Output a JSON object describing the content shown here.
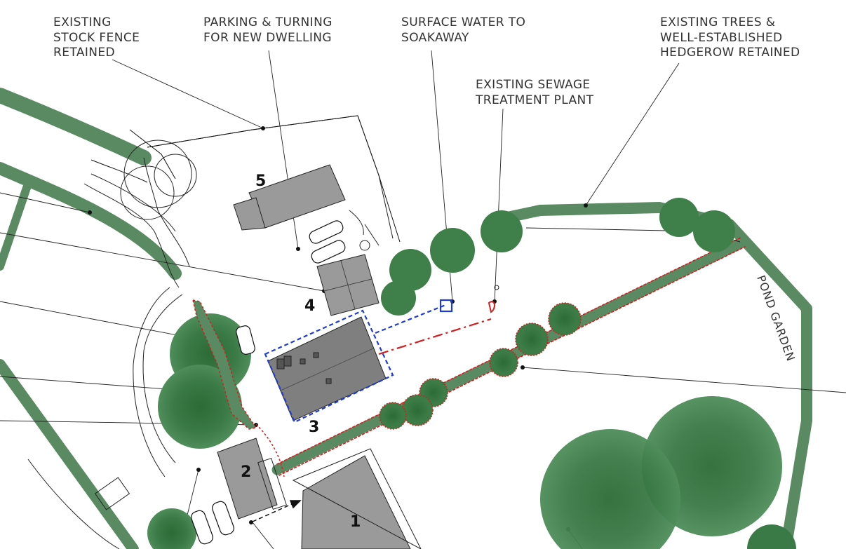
{
  "annotations": {
    "stock_fence": [
      "EXISTING",
      "STOCK FENCE",
      "RETAINED"
    ],
    "parking": [
      "PARKING & TURNING",
      "FOR NEW DWELLING"
    ],
    "surface_water": [
      "SURFACE WATER TO",
      "SOAKAWAY"
    ],
    "sewage": [
      "EXISTING SEWAGE",
      "TREATMENT PLANT"
    ],
    "trees": [
      "EXISTING TREES &",
      "WELL-ESTABLISHED",
      "HEDGEROW RETAINED"
    ],
    "pond_garden": "POND GARDEN"
  },
  "building_numbers": {
    "b1": "1",
    "b2": "2",
    "b3": "3",
    "b4": "4",
    "b5": "5"
  },
  "colors": {
    "hedge_green": "#5a8a62",
    "tree_green": "#2e6e3a",
    "building_grey": "#8c8c8c",
    "red_line": "#d21e1e",
    "blue_line": "#1e3cd2"
  }
}
